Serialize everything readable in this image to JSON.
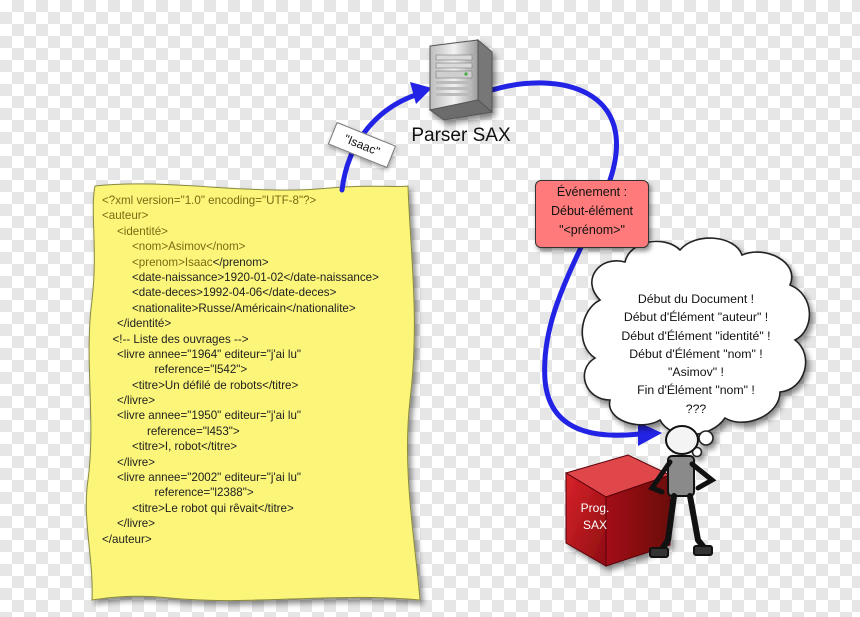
{
  "xml_listing": [
    {
      "text": "<?xml version=\"1.0\" encoding=\"UTF-8\"?>",
      "indent": 0,
      "style": "olive"
    },
    {
      "text": "<auteur>",
      "indent": 0,
      "style": "olive"
    },
    {
      "text": "<identité>",
      "indent": 1,
      "style": "olive"
    },
    {
      "text": "<nom>Asimov</nom>",
      "indent": 2,
      "style": "olive"
    },
    {
      "text": "<prenom>Isaac</prenom>",
      "indent": 2,
      "style": "mixed"
    },
    {
      "text": "<date-naissance>1920-01-02</date-naissance>",
      "indent": 2,
      "style": "dark"
    },
    {
      "text": "<date-deces>1992-04-06</date-deces>",
      "indent": 2,
      "style": "dark"
    },
    {
      "text": "<nationalite>Russe/Américain</nationalite>",
      "indent": 2,
      "style": "dark"
    },
    {
      "text": "</identité>",
      "indent": 1,
      "style": "dark"
    },
    {
      "text": "<!-- Liste des ouvrages -->",
      "indent": 0.7,
      "style": "dark"
    },
    {
      "text": "<livre annee=\"1964\" editeur=\"j'ai lu\"",
      "indent": 1,
      "style": "dark"
    },
    {
      "text": "reference=\"l542\">",
      "indent": 3.5,
      "style": "dark"
    },
    {
      "text": "<titre>Un défilé de robots</titre>",
      "indent": 2,
      "style": "dark"
    },
    {
      "text": "</livre>",
      "indent": 1,
      "style": "dark"
    },
    {
      "text": "<livre annee=\"1950\" editeur=\"j'ai lu\"",
      "indent": 1,
      "style": "dark"
    },
    {
      "text": "reference=\"l453\">",
      "indent": 3,
      "style": "dark"
    },
    {
      "text": "<titre>I, robot</titre>",
      "indent": 2,
      "style": "dark"
    },
    {
      "text": "</livre>",
      "indent": 1,
      "style": "dark"
    },
    {
      "text": "<livre annee=\"2002\" editeur=\"j'ai lu\"",
      "indent": 1,
      "style": "dark"
    },
    {
      "text": "reference=\"l2388\">",
      "indent": 3.5,
      "style": "dark"
    },
    {
      "text": "<titre>Le robot qui rêvait</titre>",
      "indent": 2,
      "style": "dark"
    },
    {
      "text": "</livre>",
      "indent": 1,
      "style": "dark"
    },
    {
      "text": "</auteur>",
      "indent": 0,
      "style": "dark"
    }
  ],
  "server": {
    "label": "Parser SAX"
  },
  "isaac_tag": "\"Isaac\"",
  "event_box": {
    "line1": "Événement :",
    "line2": "Début-élément",
    "line3": "\"<prénom>\""
  },
  "thought_bubble": [
    "Début du Document !",
    "Début d'Élément \"auteur\" !",
    "Début d'Élément \"identité\" !",
    "Début d'Élément \"nom\" !",
    "\"Asimov\" !",
    "Fin d'Élément \"nom\" !",
    "???"
  ],
  "prog_box": {
    "line1": "Prog.",
    "line2": "SAX"
  },
  "colors": {
    "note_fill": "#fbf67a",
    "arrow": "#2323e6",
    "event_fill": "#ff7b7b",
    "cube": "#c8141e",
    "olive_text": "#7a6a12"
  }
}
